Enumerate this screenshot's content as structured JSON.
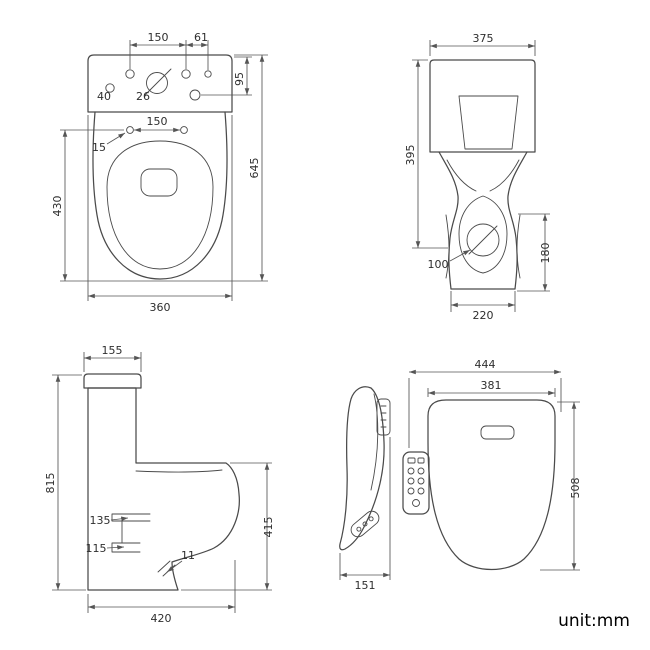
{
  "unit_label": "unit:mm",
  "dims": {
    "top_view": {
      "d150_top": "150",
      "d61": "61",
      "d95": "95",
      "d40": "40",
      "d26": "26",
      "d150_seat": "150",
      "d15": "15",
      "d430": "430",
      "d645": "645",
      "d360": "360"
    },
    "back_view": {
      "d375": "375",
      "d395": "395",
      "d100": "100",
      "d180": "180",
      "d220": "220"
    },
    "side_view": {
      "d155": "155",
      "d815": "815",
      "d135": "135",
      "d115": "115",
      "d11": "11",
      "d415": "415",
      "d420": "420"
    },
    "seat_view": {
      "d444": "444",
      "d381": "381",
      "d508": "508",
      "d151": "151"
    }
  }
}
